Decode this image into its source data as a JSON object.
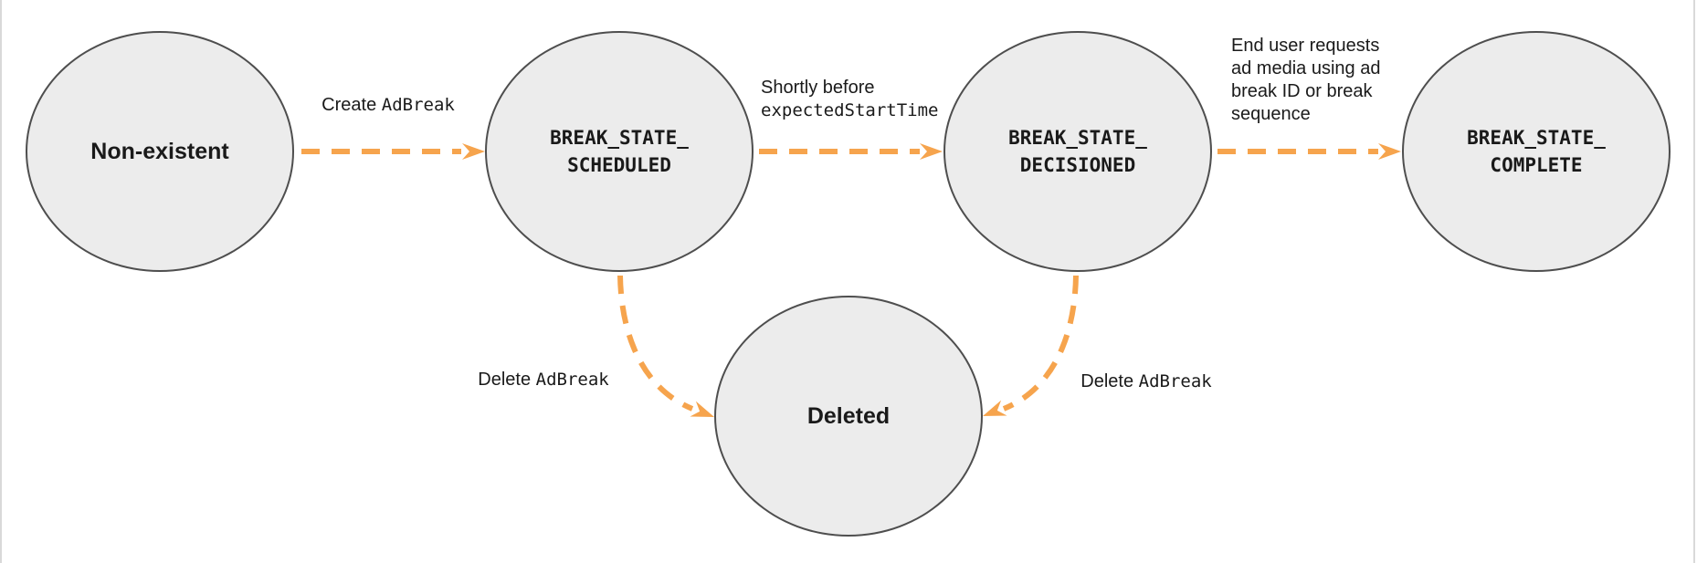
{
  "colors": {
    "accent": "#F6A44D",
    "node-fill": "#ECECEC",
    "node-border": "#4E4E4E",
    "text": "#1A1A1A",
    "page-edge": "#D9D9D9"
  },
  "diagram": {
    "type": "state-diagram",
    "nodes": [
      {
        "id": "non-existent",
        "label": "Non-existent"
      },
      {
        "id": "break-state-scheduled",
        "lines": [
          "BREAK_STATE_",
          "SCHEDULED"
        ]
      },
      {
        "id": "break-state-decisioned",
        "lines": [
          "BREAK_STATE_",
          "DECISIONED"
        ]
      },
      {
        "id": "break-state-complete",
        "lines": [
          "BREAK_STATE_",
          "COMPLETE"
        ]
      },
      {
        "id": "deleted",
        "label": "Deleted"
      }
    ],
    "edges": [
      {
        "from": "non-existent",
        "to": "break-state-scheduled",
        "label": {
          "text": "Create ",
          "code": "AdBreak"
        }
      },
      {
        "from": "break-state-scheduled",
        "to": "break-state-decisioned",
        "label": {
          "line1": "Shortly before",
          "line2_code": "expectedStartTime"
        }
      },
      {
        "from": "break-state-decisioned",
        "to": "break-state-complete",
        "label": {
          "lines": [
            "End user requests",
            "ad media using ad",
            "break ID or break",
            "sequence"
          ]
        }
      },
      {
        "from": "break-state-scheduled",
        "to": "deleted",
        "label": {
          "text": "Delete ",
          "code": "AdBreak"
        }
      },
      {
        "from": "break-state-decisioned",
        "to": "deleted",
        "label": {
          "text": "Delete ",
          "code": "AdBreak"
        }
      }
    ]
  }
}
